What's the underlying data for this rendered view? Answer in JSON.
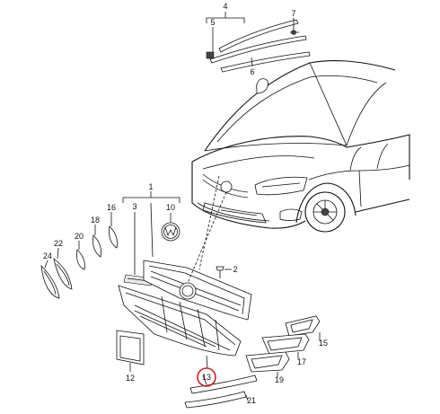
{
  "highlight_color": "#cc2222",
  "callouts": [
    {
      "label": "1"
    },
    {
      "label": "2"
    },
    {
      "label": "3"
    },
    {
      "label": "4"
    },
    {
      "label": "5"
    },
    {
      "label": "6"
    },
    {
      "label": "7"
    },
    {
      "label": "10"
    },
    {
      "label": "12"
    },
    {
      "label": "13",
      "highlighted": true
    },
    {
      "label": "15"
    },
    {
      "label": "16"
    },
    {
      "label": "17"
    },
    {
      "label": "18"
    },
    {
      "label": "19"
    },
    {
      "label": "20"
    },
    {
      "label": "21"
    },
    {
      "label": "22"
    },
    {
      "label": "24"
    }
  ]
}
